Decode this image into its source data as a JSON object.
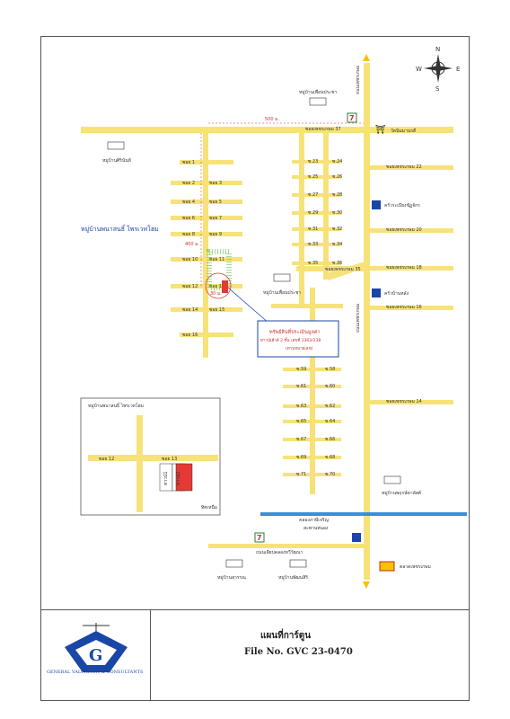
{
  "map": {
    "compass": {
      "n": "N",
      "s": "S",
      "e": "E",
      "w": "W"
    },
    "highway_label": "ถนนเพชรเกษม",
    "highway_label_2": "ถนนเพชรเกษม",
    "dist_500": "500 ม.",
    "dist_400": "400 ม.",
    "dist_30": "30 ม.",
    "village_top": "หมู่บ้านเพื่อนประชา",
    "village_left": "หมู่บ้านศิรินันท์",
    "village_mid": "หมู่บ้านเพื่อนประชา",
    "village_bottom_right": "หมู่บ้านพฤกษ์ดาลัสต์",
    "village_bottom_1": "หมู่บ้านสุวรรณ",
    "village_bottom_2": "หมู่บ้านพัฒนสิริ",
    "project_name": "หมู่บ้านพนาสนธิ์ ไพรเวทโฮม",
    "soi_main_1": "ซอยเพชรเกษม 37",
    "soi_main_2": "ซอยเพชรเกษม 35",
    "soi_right": [
      "ซอยเพชรเกษม 22",
      "ซอยเพชรเกษม 20",
      "ซอยเพชรเกษม 18",
      "ซอยเพชรเกษม 16",
      "ซอยเพชรเกษม 14"
    ],
    "left_sois": [
      "ซอย 1",
      "ซอย 2",
      "ซอย 3",
      "ซอย 4",
      "ซอย 5",
      "ซอย 6",
      "ซอย 7",
      "ซอย 8",
      "ซอย 9",
      "ซอย 10",
      "ซอย 11",
      "ซอย 12",
      "ซอย 13",
      "ซอย 14",
      "ซอย 15",
      "ซอย 16"
    ],
    "mid_sois": [
      "ซ.23",
      "ซ.24",
      "ซ.25",
      "ซ.26",
      "ซ.27",
      "ซ.28",
      "ซ.29",
      "ซ.30",
      "ซ.31",
      "ซ.32",
      "ซ.33",
      "ซ.34",
      "ซ.35",
      "ซ.36"
    ],
    "low_sois": [
      "ซ.59",
      "ซ.58",
      "ซ.61",
      "ซ.60",
      "ซ.63",
      "ซ.62",
      "ซ.65",
      "ซ.64",
      "ซ.67",
      "ซ.66",
      "ซ.69",
      "ซ.68",
      "ซ.71",
      "ซ.70"
    ],
    "poi_1": "วัดนิมมานรดี",
    "poi_2": "ครัวระเบียงชัฏจักร",
    "poi_3": "ครัวบ้านหลัง",
    "poi_4": "ตลาดเพชรเกษม",
    "canal": "คลองภาษีเจริญ",
    "road_bottom": "ถนนเลียบคลองทวีวัฒนา",
    "bridge": "สะพานหนอง",
    "callout_line1": "ทรัพย์สินที่ประเมินมูลค่า",
    "callout_line2": "ทาวน์เฮ้าส์ 2 ชั้น เลขที่ 1363/238",
    "callout_line3": "(ตามหมายเลข)",
    "inset_title": "หมู่บ้านพนาสนธิ์ ไพรเวทโฮม",
    "inset_soi_12": "ซอย 12",
    "inset_soi_13": "ซอย 13",
    "inset_lot_1": "ทาวน์1",
    "inset_lot_2": "ทาวน์2",
    "inset_north": "ทิศเหนือ"
  },
  "footer": {
    "title": "แผนที่การ์ตูน",
    "file_no": "File No. GVC 23-0470",
    "company": "GENERAL VALUATION & CONSULTANTS",
    "logo_letter": "G"
  },
  "colors": {
    "road": "#f7e27a",
    "canal": "#3a8fd8",
    "marker": "#e53935",
    "accent_blue": "#1a46a8",
    "callout_red": "#d32f2f",
    "green_dots": "#6cc24a"
  }
}
